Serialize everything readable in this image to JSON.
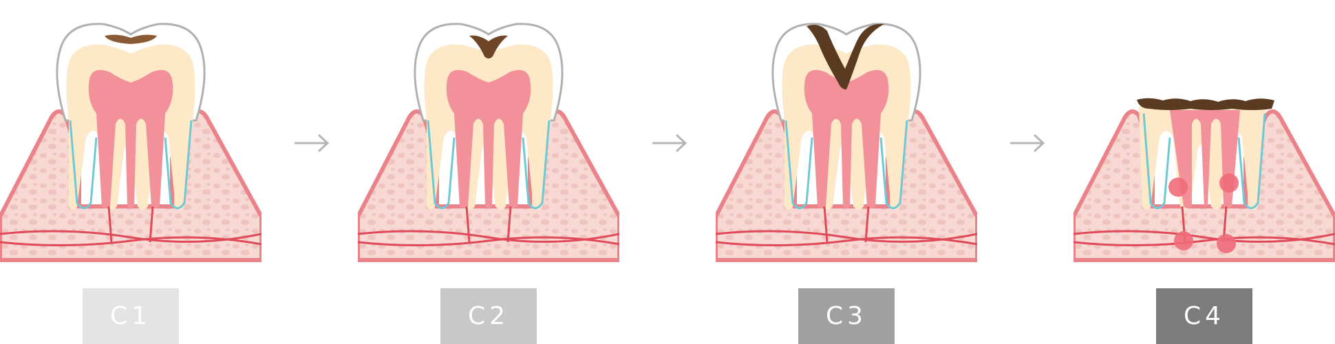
{
  "stages": [
    {
      "label": "C1",
      "color": "#e4e4e4"
    },
    {
      "label": "C2",
      "color": "#c8c8c8"
    },
    {
      "label": "C3",
      "color": "#a0a0a0"
    },
    {
      "label": "C4",
      "color": "#7c7c7c"
    }
  ],
  "colors": {
    "gum": "#f7d8d3",
    "gum_edge": "#ec8289",
    "dentin": "#fde8c8",
    "pulp": "#f2919a",
    "nerve": "#e04a58",
    "cementum_line": "#6fc9d4",
    "decay": "#5a3a20",
    "arrow": "#b5b5b5"
  }
}
